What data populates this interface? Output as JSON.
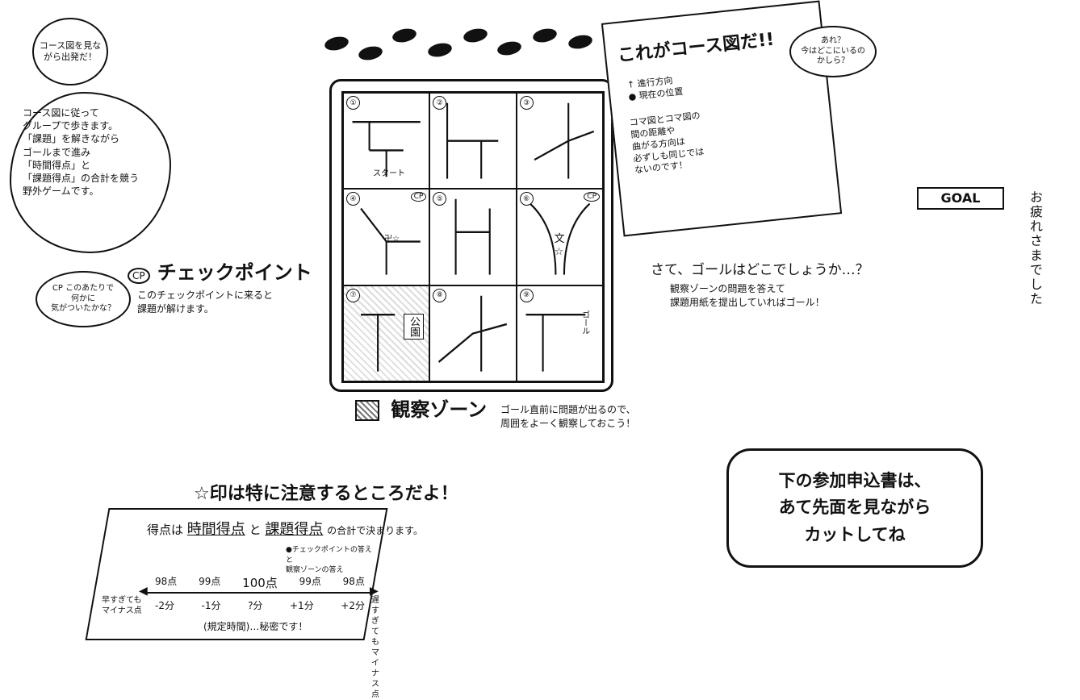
{
  "top_bubble": "コース図を見ながら出発だ！",
  "intro_cloud": [
    "コース図に従って",
    "グループで歩きます。",
    "「課題」を解きながら",
    "ゴールまで進み",
    "「時間得点」と",
    "「課題得点」の合計を競う",
    "野外ゲームです。"
  ],
  "checkpoint": {
    "badge": "CP",
    "title": "チェックポイント",
    "description": [
      "このチェックポイントに来ると",
      "課題が解けます。"
    ],
    "bubble": [
      "CP このあたりで",
      "何かに",
      "気がついたかな？"
    ]
  },
  "map": {
    "cells": [
      {
        "num": "①",
        "labels": [
          "スタート"
        ]
      },
      {
        "num": "②",
        "labels": []
      },
      {
        "num": "③",
        "labels": []
      },
      {
        "num": "④",
        "labels": [
          "卍☆"
        ],
        "cp": "CP"
      },
      {
        "num": "⑤",
        "labels": []
      },
      {
        "num": "⑥",
        "labels": [
          "文",
          "☆"
        ],
        "cp": "CP"
      },
      {
        "num": "⑦",
        "labels": [
          "公園"
        ]
      },
      {
        "num": "⑧",
        "labels": []
      },
      {
        "num": "⑨",
        "labels": [
          "ゴール"
        ]
      }
    ],
    "zone_label": "観察ゾーン"
  },
  "course_card": {
    "title": "これがコース図だ!!",
    "bubble": [
      "あれ？",
      "今はどこにいるの",
      "かしら？"
    ],
    "legend_direction": "進行方向",
    "legend_position": "現在の位置",
    "note": [
      "コマ図とコマ図の",
      "間の距離や",
      "曲がる方向は",
      "必ずしも同じでは",
      "ないのです！"
    ]
  },
  "goal_question": "さて、ゴールはどこでしょうか…？",
  "goal_instruction": [
    "観察ゾーンの問題を答えて",
    "課題用紙を提出していればゴール！"
  ],
  "goal_sign": "GOAL",
  "goal_thanks": "お疲れさまでした",
  "observe_note": [
    "ゴール直前に問題が出るので、",
    "周囲をよーく観察しておこう！"
  ],
  "star_note": "☆印は特に注意するところだよ！",
  "scoring": {
    "line": [
      "得点は",
      "時間得点",
      "と",
      "課題得点",
      "の合計で決まります。"
    ],
    "answer_note": [
      "●チェックポイントの答えと",
      "観察ゾーンの答え"
    ],
    "points": [
      "98点",
      "99点",
      "100点",
      "99点",
      "98点"
    ],
    "times": [
      "-2分",
      "-1分",
      "?分",
      "+1分",
      "+2分"
    ],
    "early": [
      "早すぎても",
      "マイナス点"
    ],
    "late": [
      "遅すぎても",
      "マイナス点"
    ],
    "fixed_time": "(規定時間)…秘密です！"
  },
  "apply_note": [
    "下の参加申込書は、",
    "あて先面を見ながら",
    "カットしてね"
  ]
}
